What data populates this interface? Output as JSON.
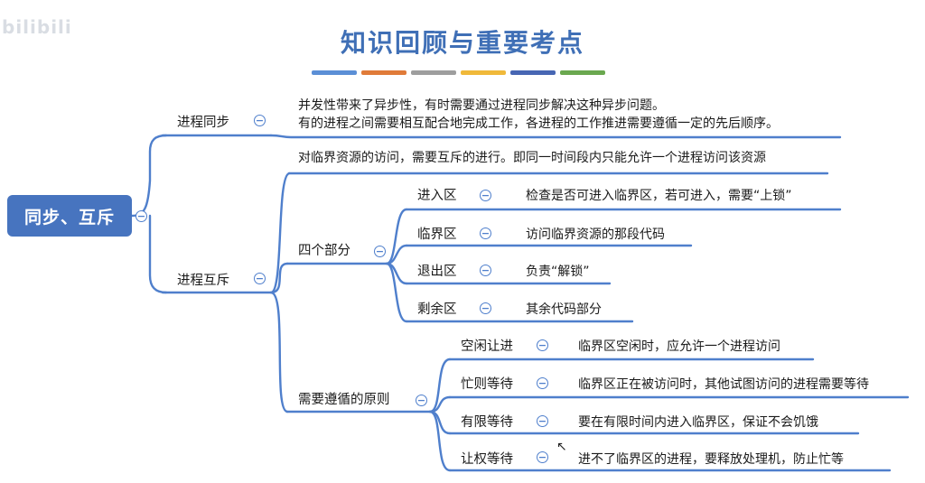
{
  "watermark": "bilibili",
  "title": "知识回顾与重要考点",
  "title_strip_colors": [
    "#5b8fd6",
    "#e07b39",
    "#9e9e9e",
    "#f0b93a",
    "#4766b3",
    "#6aa84f"
  ],
  "accent_color": "#4f7fcc",
  "root": "同步、互斥",
  "sync": {
    "label": "进程同步",
    "notes": [
      "并发性带来了异步性，有时需要通过进程同步解决这种异步问题。",
      "有的进程之间需要相互配合地完成工作，各进程的工作推进需要遵循一定的先后顺序。"
    ]
  },
  "mutex": {
    "label": "进程互斥",
    "note": "对临界资源的访问，需要互斥的进行。即同一时间段内只能允许一个进程访问该资源",
    "parts": {
      "label": "四个部分",
      "items": [
        {
          "label": "进入区",
          "note": "检查是否可进入临界区，若可进入，需要“上锁”"
        },
        {
          "label": "临界区",
          "note": "访问临界资源的那段代码"
        },
        {
          "label": "退出区",
          "note": "负责“解锁”"
        },
        {
          "label": "剩余区",
          "note": "其余代码部分"
        }
      ]
    },
    "principles": {
      "label": "需要遵循的原则",
      "items": [
        {
          "label": "空闲让进",
          "note": "临界区空闲时，应允许一个进程访问"
        },
        {
          "label": "忙则等待",
          "note": "临界区正在被访问时，其他试图访问的进程需要等待"
        },
        {
          "label": "有限等待",
          "note": "要在有限时间内进入临界区，保证不会饥饿"
        },
        {
          "label": "让权等待",
          "note": "进不了临界区的进程，要释放处理机，防止忙等"
        }
      ]
    }
  }
}
